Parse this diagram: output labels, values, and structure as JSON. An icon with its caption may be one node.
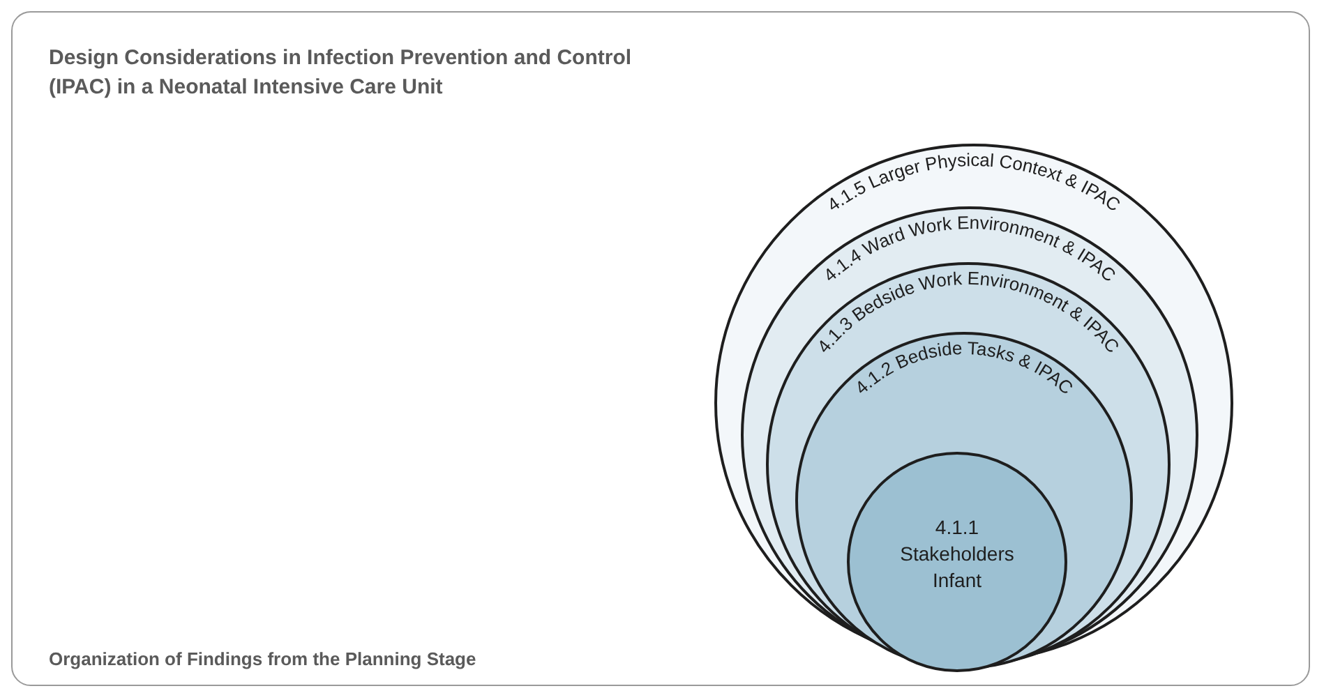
{
  "diagram": {
    "title": "Design Considerations in Infection Prevention and Control (IPAC) in a Neonatal Intensive Care Unit",
    "caption": "Organization of Findings from the Planning Stage",
    "nodes": [
      {
        "text": [
          "4.1.5 Larger Physical Context & IPAC"
        ]
      },
      {
        "text": [
          "4.1.4 Ward Work Environment & IPAC"
        ],
        "in": 0
      },
      {
        "text": [
          "4.1.3 Bedside Work Environment & IPAC"
        ],
        "in": 1
      },
      {
        "text": [
          "4.1.2 Bedside Tasks & IPAC"
        ],
        "in": 2
      },
      {
        "text": [
          "4.1.1 Stakeholders Infant"
        ],
        "in": 3
      }
    ],
    "edges": []
  }
}
